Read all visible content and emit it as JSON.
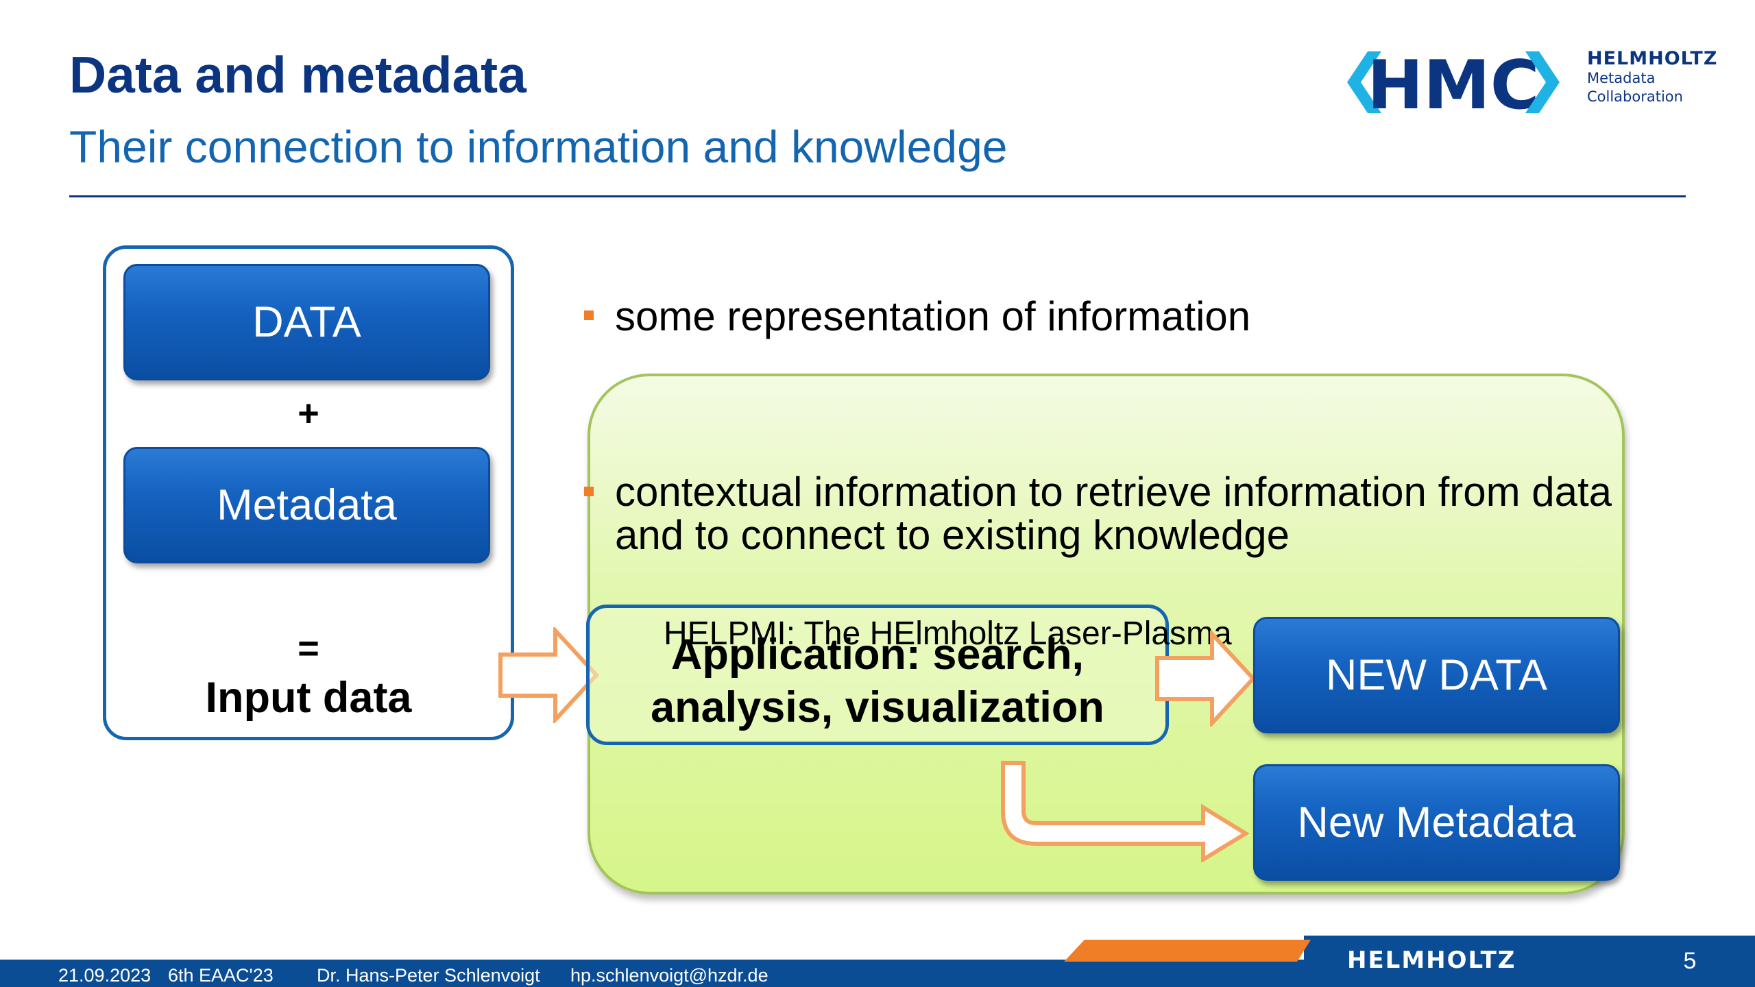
{
  "slide": {
    "title": "Data and metadata",
    "subtitle": "Their connection to information and knowledge"
  },
  "logo": {
    "mark": "HMC",
    "brand": "HELMHOLTZ",
    "line1": "Metadata",
    "line2": "Collaboration"
  },
  "diagram": {
    "data_label": "DATA",
    "plus": "+",
    "metadata_label": "Metadata",
    "equals": "=",
    "input_label": "Input data",
    "application_overlap": "HELPMI: The HElmholtz Laser-Plasma",
    "application_label": "Application: search, analysis, visualization",
    "new_data_label": "NEW DATA",
    "new_metadata_label": "New Metadata"
  },
  "bullets": [
    "some representation of information",
    "contextual information to retrieve information from data and to connect to existing knowledge"
  ],
  "colors": {
    "title": "#0b3580",
    "subtitle": "#1465b0",
    "bullet": "#f07e26",
    "button": "#1562c0",
    "panel": "#e3f7b0",
    "footer": "#0b4d95",
    "footer_accent": "#f07e26"
  },
  "footer": {
    "date": "21.09.2023",
    "event": "6th EAAC'23",
    "author": "Dr. Hans-Peter Schlenvoigt",
    "email": "hp.schlenvoigt@hzdr.de",
    "brand": "HELMHOLTZ",
    "page": "5"
  }
}
